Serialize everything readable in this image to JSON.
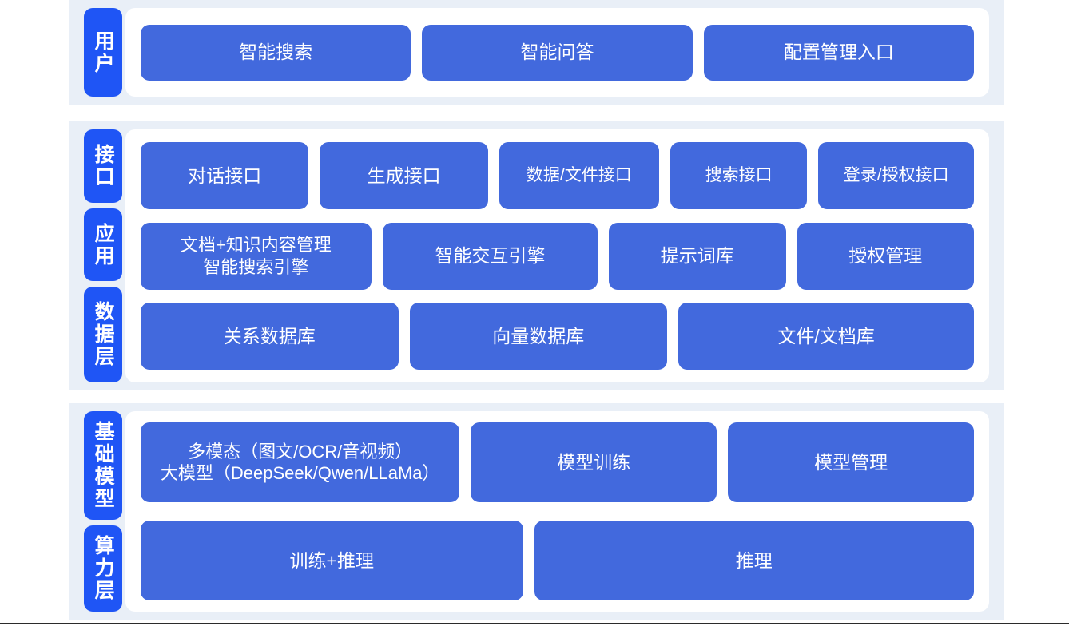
{
  "meta": {
    "colors": {
      "band": "#e9eff7",
      "panel": "#ffffff",
      "rail_pill": "#1f55f5",
      "box": "#4269dd",
      "box_text": "#ffffff",
      "page_background": "#ffffff",
      "bottom_rule": "#2b2b2b"
    }
  },
  "sections": [
    {
      "id": "users",
      "labels": [
        "用户"
      ],
      "rows": [
        {
          "id": "user-entries",
          "boxes": [
            "智能搜索",
            "智能问答",
            "配置管理入口"
          ]
        }
      ]
    },
    {
      "id": "middle",
      "labels": [
        "接口",
        "应用",
        "数据层"
      ],
      "rows": [
        {
          "id": "interface",
          "boxes": [
            "对话接口",
            "生成接口",
            "数据/文件接口",
            "搜索接口",
            "登录/授权接口"
          ]
        },
        {
          "id": "application",
          "boxes": [
            "文档+知识内容管理\n智能搜索引擎",
            "智能交互引擎",
            "提示词库",
            "授权管理"
          ]
        },
        {
          "id": "data",
          "boxes": [
            "关系数据库",
            "向量数据库",
            "文件/文档库"
          ]
        }
      ]
    },
    {
      "id": "bottom",
      "labels": [
        "基础模型",
        "算力层"
      ],
      "rows": [
        {
          "id": "model",
          "boxes": [
            "多模态（图文/OCR/音视频）\n大模型（DeepSeek/Qwen/LLaMa）",
            "模型训练",
            "模型管理"
          ]
        },
        {
          "id": "compute",
          "boxes": [
            "训练+推理",
            "推理"
          ]
        }
      ]
    }
  ]
}
